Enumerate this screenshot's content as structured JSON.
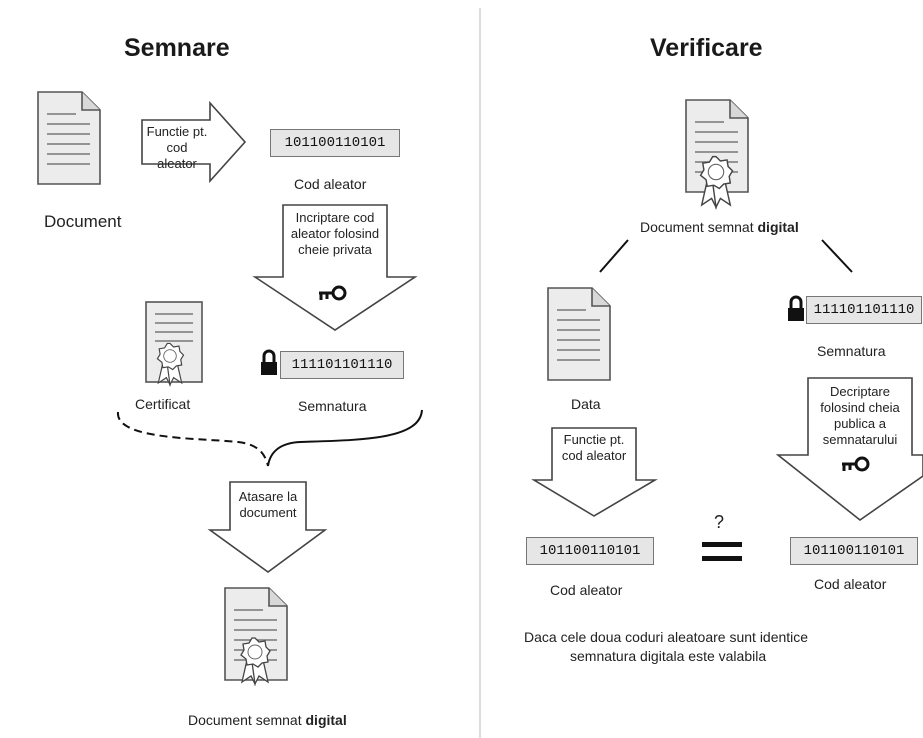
{
  "left": {
    "title": "Semnare",
    "document_label": "Document",
    "hash_arrow_label": "Functie pt. cod aleator",
    "code": "101100110101",
    "code_label": "Cod aleator",
    "encrypt_arrow_label": "Incriptare cod aleator folosind cheie privata",
    "certificate_label": "Certificat",
    "signature_code": "111101101110",
    "signature_label": "Semnatura",
    "attach_arrow_label": "Atasare la document",
    "signed_doc_label_regular": "Document semnat ",
    "signed_doc_label_bold": "digital"
  },
  "right": {
    "title": "Verificare",
    "signed_doc_label_regular": "Document semnat ",
    "signed_doc_label_bold": "digital",
    "data_label": "Data",
    "signature_code": "111101101110",
    "signature_label": "Semnatura",
    "hash_arrow_label": "Functie pt. cod aleator",
    "decrypt_arrow_label": "Decriptare folosind cheia publica a semnatarului",
    "code_left": "101100110101",
    "code_left_label": "Cod aleator",
    "code_right": "101100110101",
    "code_right_label": "Cod aleator",
    "question_mark": "?",
    "conclusion_line1": "Daca cele doua coduri aleatoare sunt identice",
    "conclusion_line2": "semnatura digitala este valabila"
  },
  "icons": [
    "document-icon",
    "certificate-icon",
    "key-icon",
    "lock-icon",
    "arrow-icon",
    "equals-icon"
  ]
}
